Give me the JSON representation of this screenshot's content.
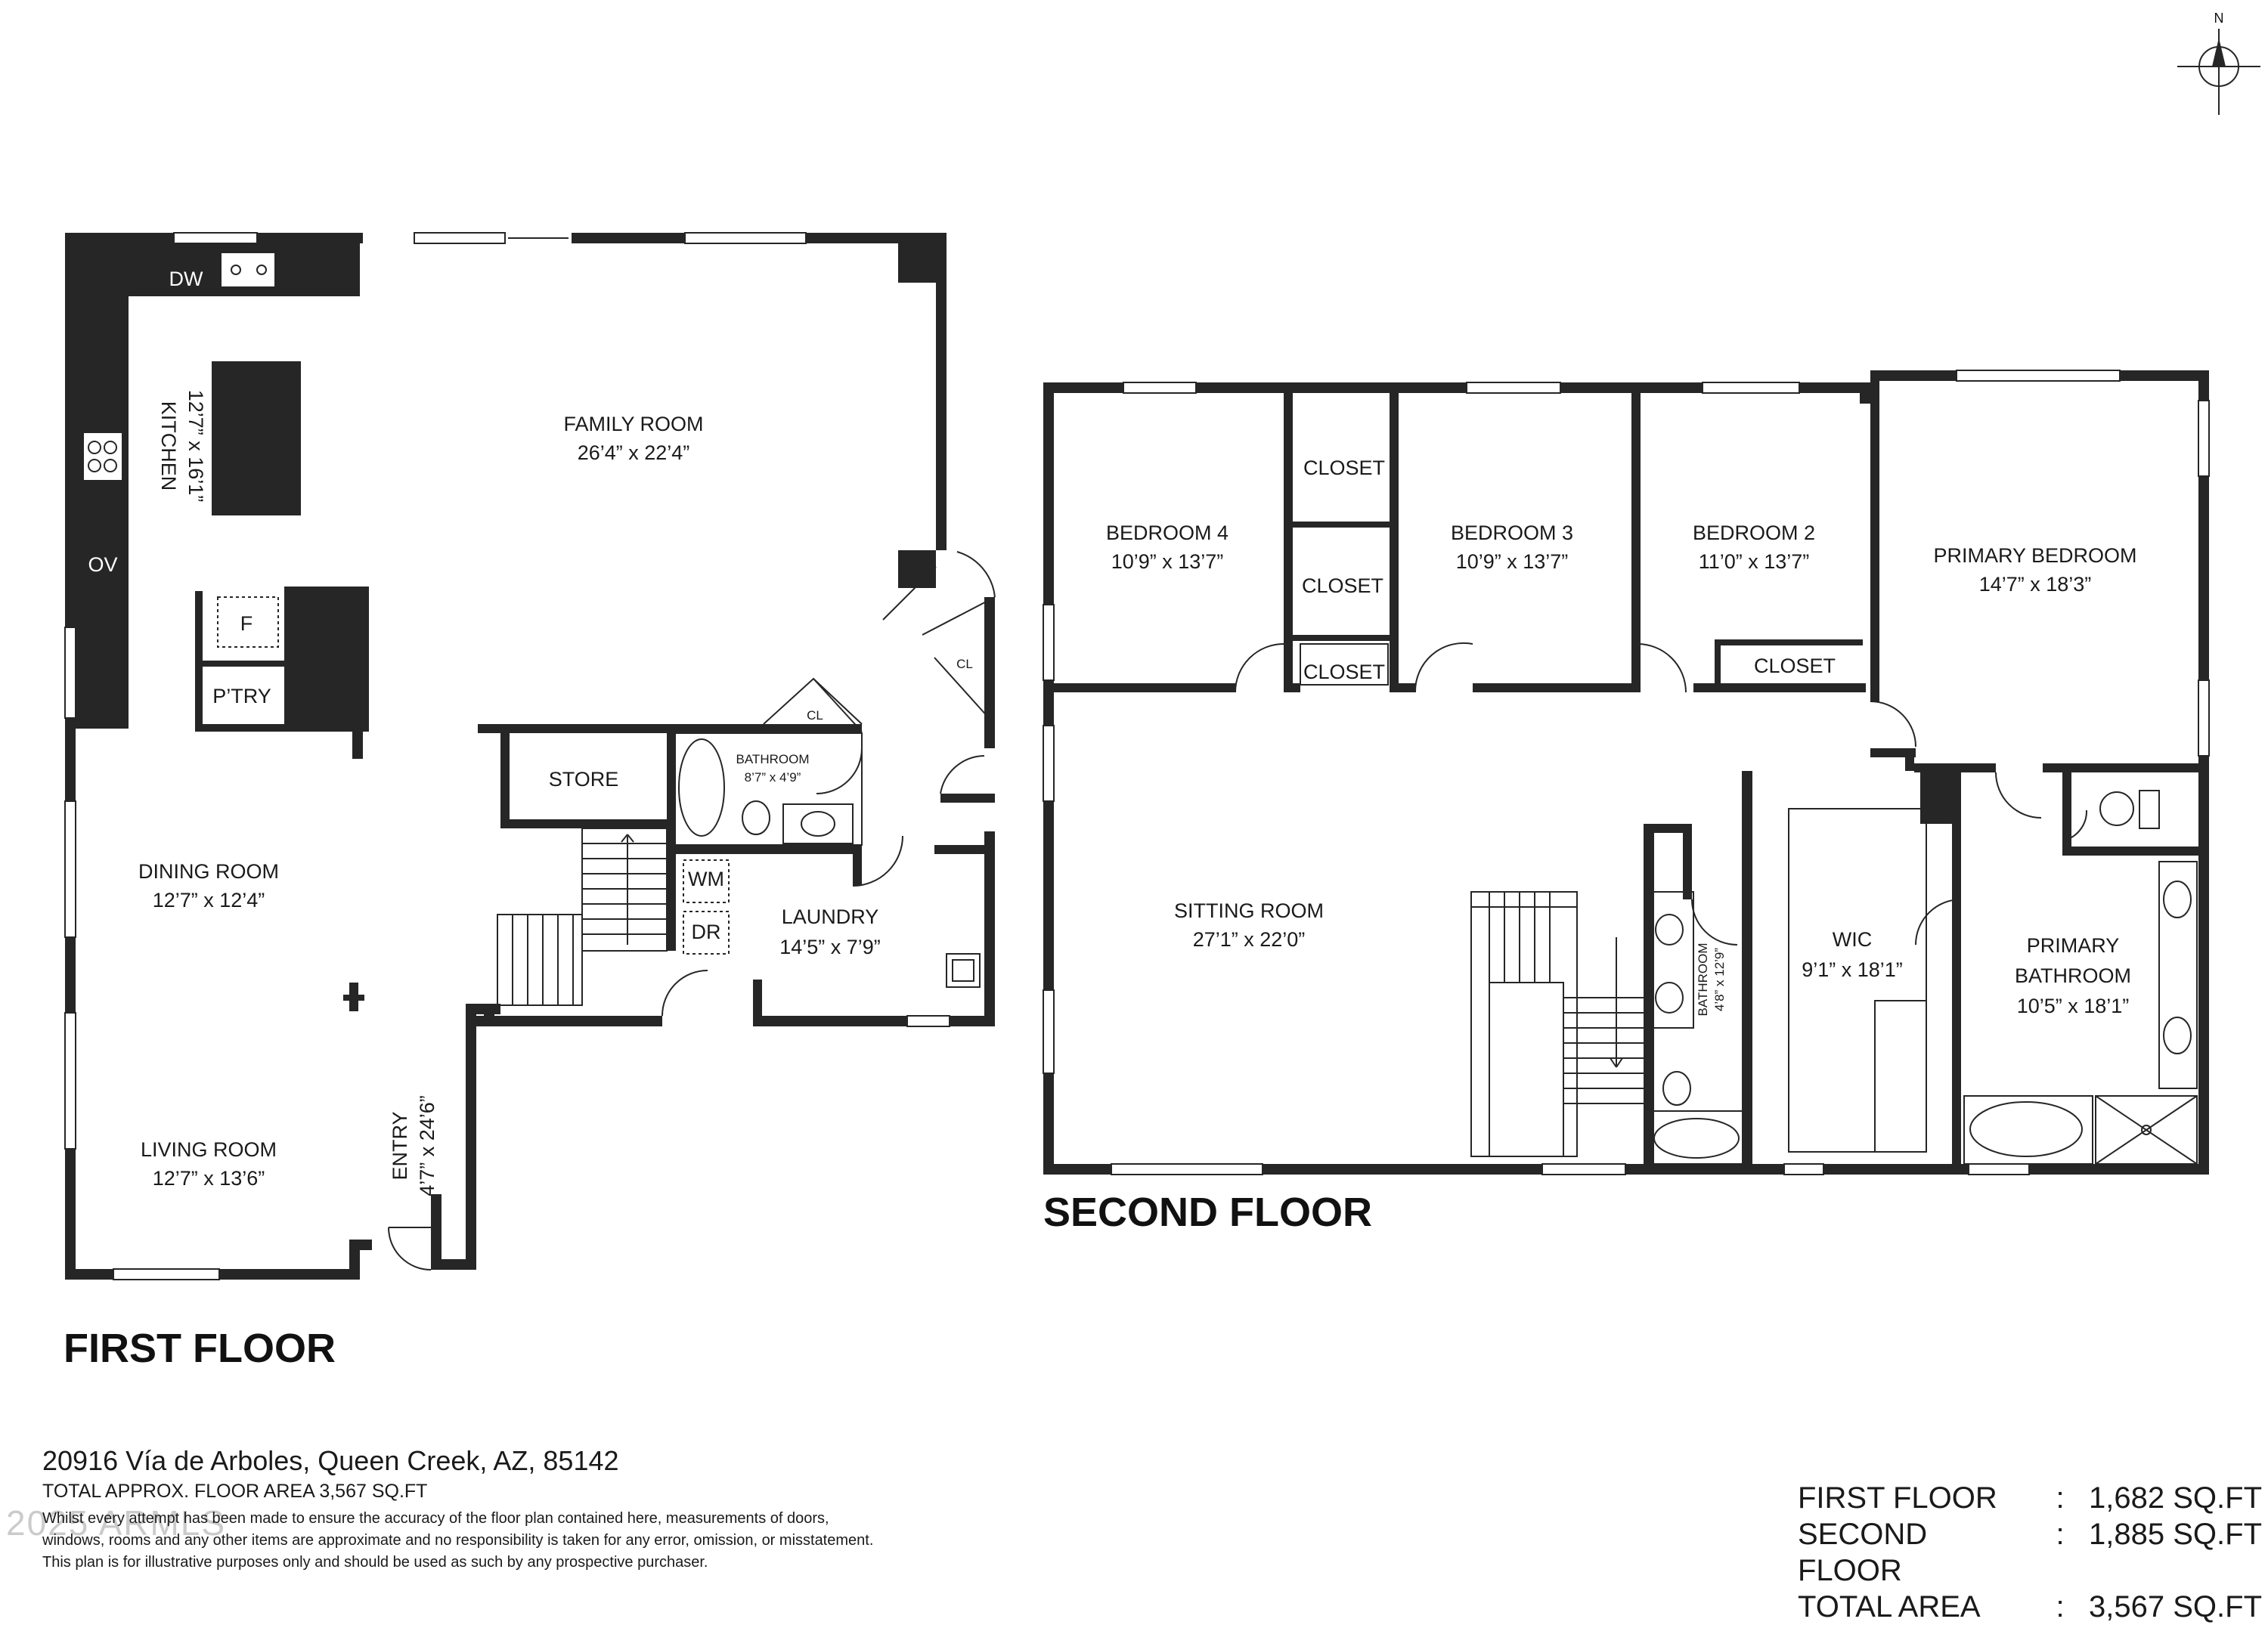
{
  "first_floor": {
    "title": "FIRST FLOOR",
    "rooms": {
      "family": {
        "name": "FAMILY ROOM",
        "dims": "26’4” x 22’4”"
      },
      "kitchen": {
        "name": "KITCHEN",
        "dims": "12’7” x 16’1”"
      },
      "dining": {
        "name": "DINING ROOM",
        "dims": "12’7” x 12’4”"
      },
      "living": {
        "name": "LIVING ROOM",
        "dims": "12’7” x 13’6”"
      },
      "entry": {
        "name": "ENTRY",
        "dims": "4’7” x 24’6”"
      },
      "laundry": {
        "name": "LAUNDRY",
        "dims": "14’5” x 7’9”"
      },
      "bathroom": {
        "name": "BATHROOM",
        "dims": "8’7” x 4’9”"
      },
      "store": {
        "name": "STORE"
      },
      "pantry": {
        "name": "P’TRY"
      }
    },
    "fixtures": {
      "dw": "DW",
      "ov": "OV",
      "fridge": "F",
      "wm": "WM",
      "dr": "DR",
      "cl": "CL"
    }
  },
  "second_floor": {
    "title": "SECOND FLOOR",
    "rooms": {
      "bed4": {
        "name": "BEDROOM 4",
        "dims": "10’9” x 13’7”"
      },
      "bed3": {
        "name": "BEDROOM 3",
        "dims": "10’9” x 13’7”"
      },
      "bed2": {
        "name": "BEDROOM 2",
        "dims": "11’0” x 13’7”"
      },
      "primary_bed": {
        "name": "PRIMARY BEDROOM",
        "dims": "14’7” x 18’3”"
      },
      "sitting": {
        "name": "SITTING ROOM",
        "dims": "27’1” x 22’0”"
      },
      "wic": {
        "name": "WIC",
        "dims": "9’1” x 18’1”"
      },
      "primary_bath_l1": "PRIMARY",
      "primary_bath_l2": "BATHROOM",
      "primary_bath_dims": "10’5” x 18’1”",
      "bathroom": {
        "name": "BATHROOM",
        "dims": "4’8” x 12’9”"
      },
      "closet": "CLOSET"
    }
  },
  "compass": {
    "label": "N"
  },
  "footer": {
    "address": "20916 Vía de Arboles, Queen Creek, AZ, 85142",
    "total_line": "TOTAL APPROX. FLOOR AREA 3,567 SQ.FT",
    "disclaimer_1": "Whilst every attempt has been made to ensure the accuracy of the floor plan contained here, measurements of doors,",
    "disclaimer_2": "windows, rooms and any other items are approximate and no responsibility is taken for any error, omission, or misstatement.",
    "disclaimer_3": "This plan is for illustrative purposes only and should be used as such by any prospective purchaser.",
    "watermark": "2025 ARMLS"
  },
  "areas": [
    {
      "label": "FIRST FLOOR",
      "colon": ":",
      "value": "1,682 SQ.FT"
    },
    {
      "label": "SECOND FLOOR",
      "colon": ":",
      "value": "1,885 SQ.FT"
    },
    {
      "label": "TOTAL AREA",
      "colon": ":",
      "value": "3,567 SQ.FT"
    }
  ]
}
